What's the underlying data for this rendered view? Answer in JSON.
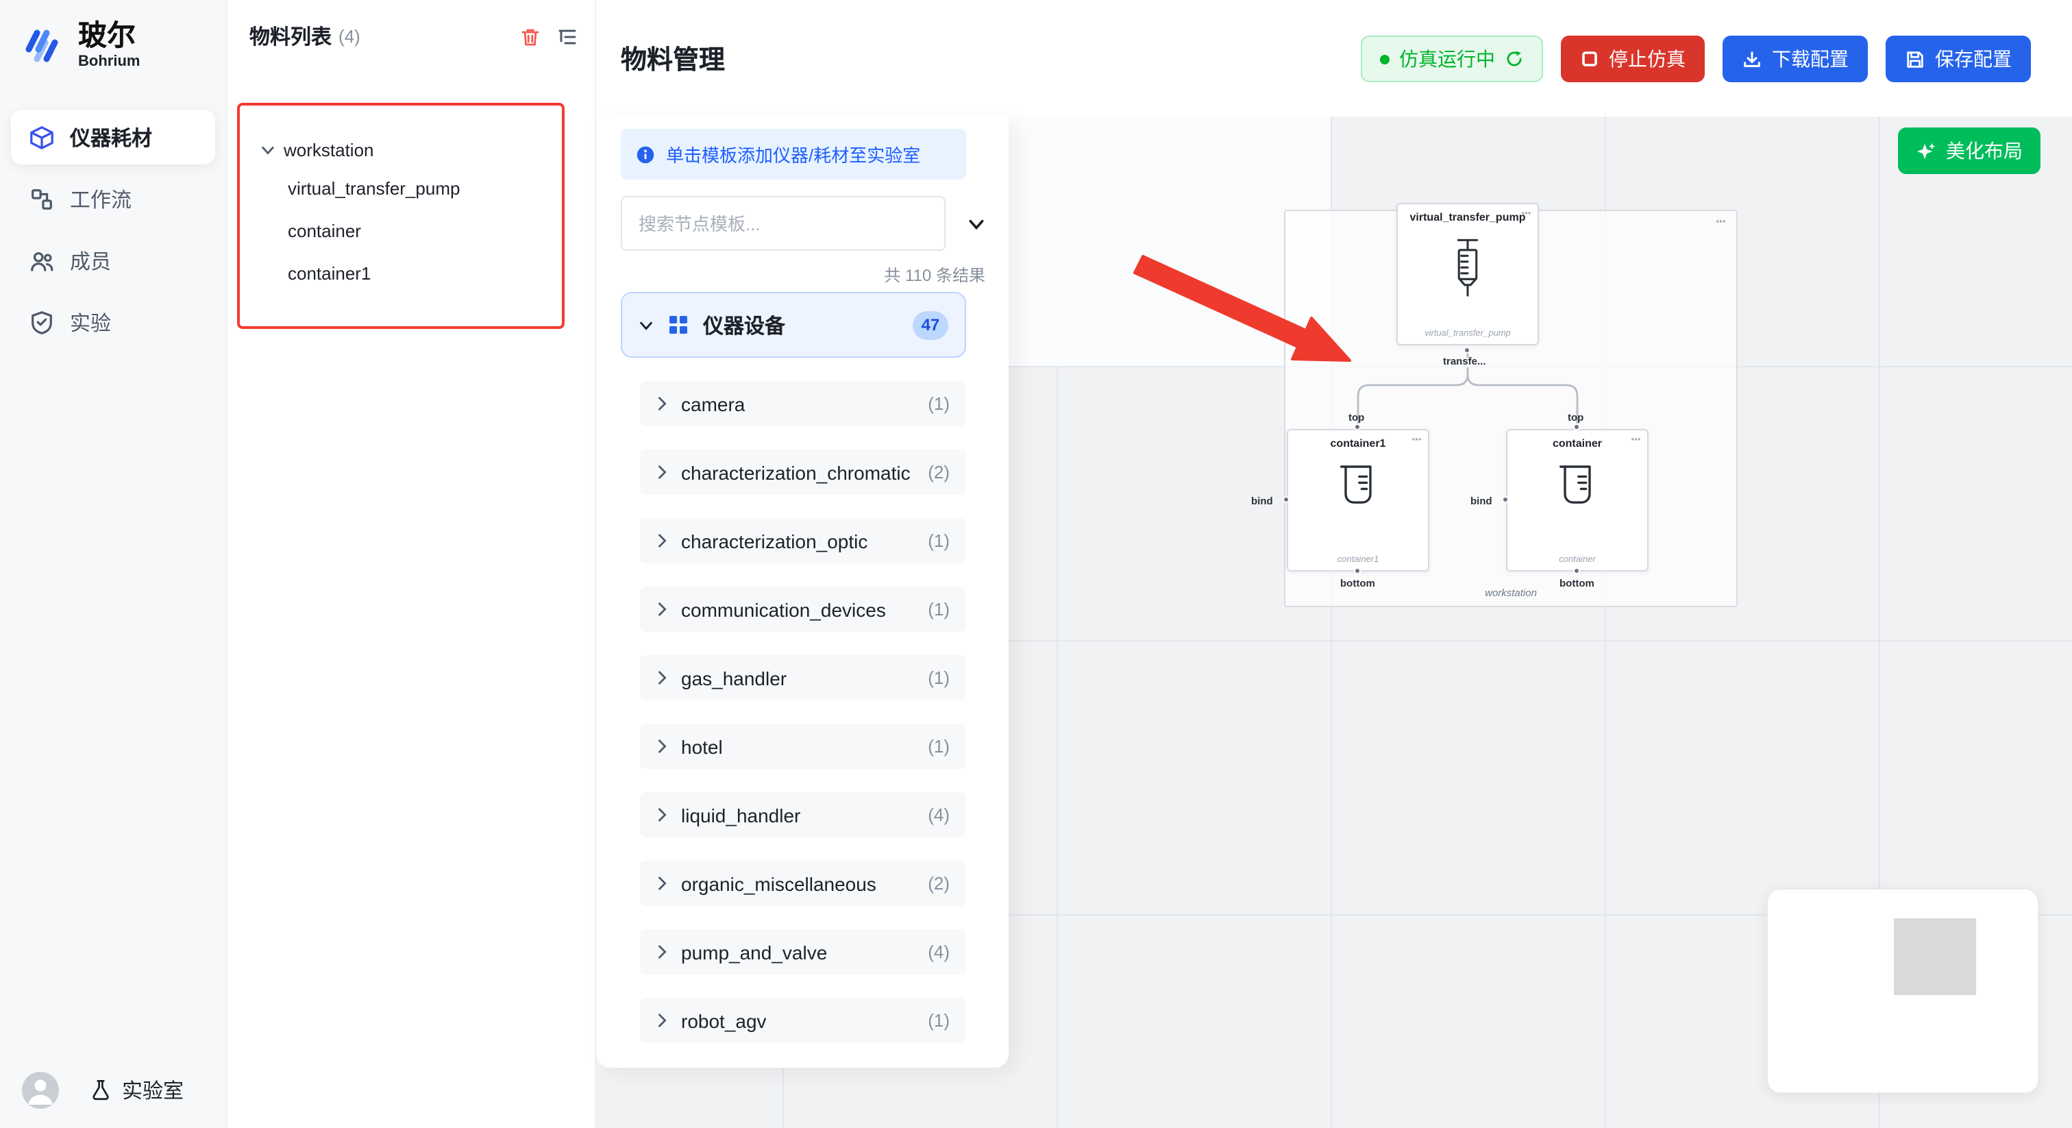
{
  "colors": {
    "primary_blue": "#2563eb",
    "danger_red": "#d9352b",
    "success_green": "#00b42a",
    "beautify_green": "#00bd5c",
    "annotation_red": "#ee3b2d",
    "highlight_box_red": "#f23a30"
  },
  "brand": {
    "name_cn": "玻尔",
    "name_en": "Bohrium"
  },
  "sidebar": {
    "items": [
      {
        "label": "仪器耗材",
        "active": true
      },
      {
        "label": "工作流",
        "active": false
      },
      {
        "label": "成员",
        "active": false
      },
      {
        "label": "实验",
        "active": false
      }
    ],
    "lab_label": "实验室"
  },
  "materials_panel": {
    "title": "物料列表",
    "count": "(4)",
    "tree": {
      "root": "workstation",
      "children": [
        "virtual_transfer_pump",
        "container",
        "container1"
      ]
    }
  },
  "header": {
    "title": "物料管理",
    "status_running": "仿真运行中",
    "stop": "停止仿真",
    "download": "下载配置",
    "save": "保存配置"
  },
  "templates": {
    "banner": "单击模板添加仪器/耗材至实验室",
    "search_placeholder": "搜索节点模板...",
    "result_count": "共 110 条结果",
    "category": {
      "label": "仪器设备",
      "count": "47"
    },
    "items": [
      {
        "label": "camera",
        "count": "(1)"
      },
      {
        "label": "characterization_chromatic",
        "count": "(2)"
      },
      {
        "label": "characterization_optic",
        "count": "(1)"
      },
      {
        "label": "communication_devices",
        "count": "(1)"
      },
      {
        "label": "gas_handler",
        "count": "(1)"
      },
      {
        "label": "hotel",
        "count": "(1)"
      },
      {
        "label": "liquid_handler",
        "count": "(4)"
      },
      {
        "label": "organic_miscellaneous",
        "count": "(2)"
      },
      {
        "label": "pump_and_valve",
        "count": "(4)"
      },
      {
        "label": "robot_agv",
        "count": "(1)"
      }
    ]
  },
  "canvas": {
    "beautify": "美化布局",
    "group_label": "workstation",
    "more_icon": "···",
    "pump": {
      "title": "virtual_transfer_pump",
      "subtitle": "virtual_transfer_pump",
      "port": "transfe..."
    },
    "containers": [
      {
        "title": "container1",
        "subtitle": "container1",
        "top_port": "top",
        "bottom_port": "bottom",
        "bind_port": "bind"
      },
      {
        "title": "container",
        "subtitle": "container",
        "top_port": "top",
        "bottom_port": "bottom",
        "bind_port": "bind"
      }
    ]
  }
}
